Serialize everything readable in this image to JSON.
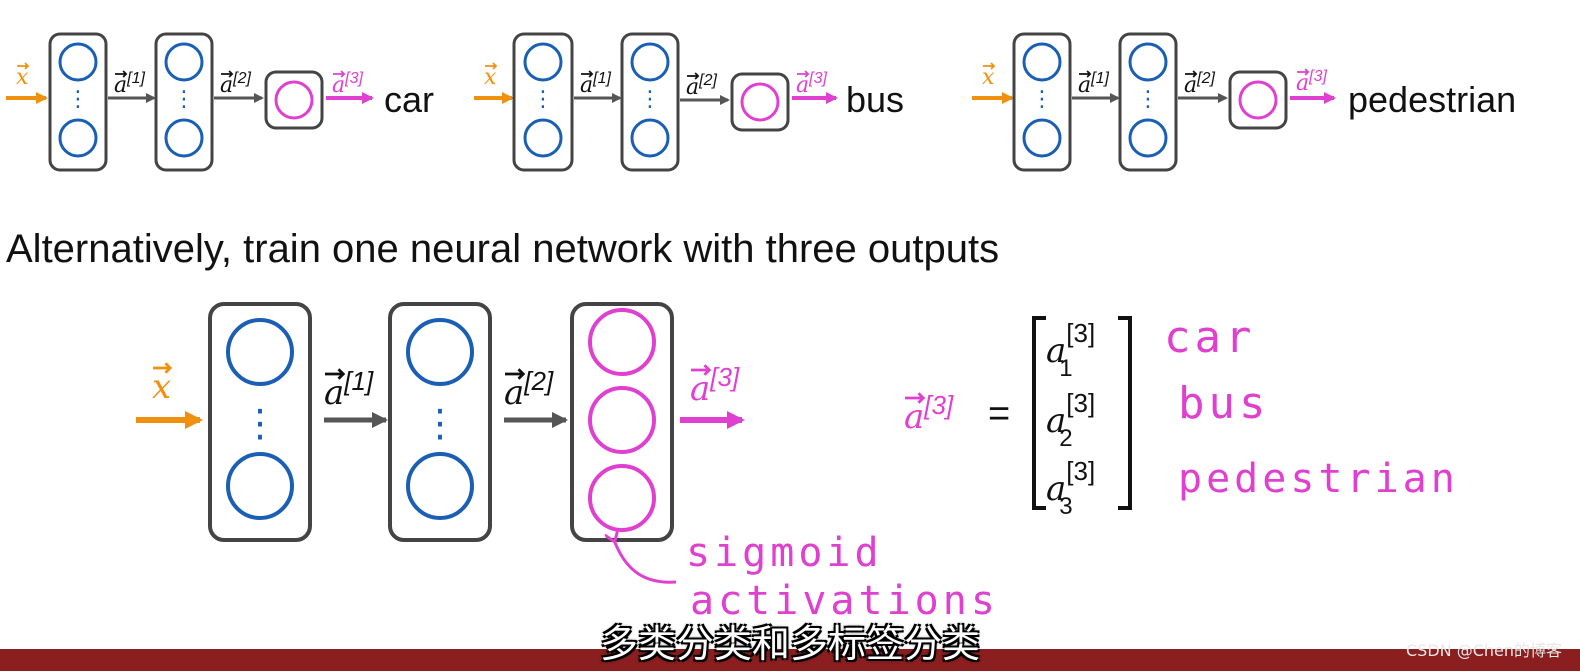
{
  "colors": {
    "input": "#f0900f",
    "hidden": "#1a5fb4",
    "output": "#e040d0",
    "box": "#444444",
    "arrow": "#555555",
    "footer": "#8b1e1e"
  },
  "top_networks": [
    {
      "input_label": "x",
      "a1_label": "a",
      "a1_sup": "[1]",
      "a2_label": "a",
      "a2_sup": "[2]",
      "out_label": "a",
      "out_sup": "[3]",
      "class_label": "car"
    },
    {
      "input_label": "x",
      "a1_label": "a",
      "a1_sup": "[1]",
      "a2_label": "a",
      "a2_sup": "[2]",
      "out_label": "a",
      "out_sup": "[3]",
      "class_label": "bus"
    },
    {
      "input_label": "x",
      "a1_label": "a",
      "a1_sup": "[1]",
      "a2_label": "a",
      "a2_sup": "[2]",
      "out_label": "a",
      "out_sup": "[3]",
      "class_label": "pedestrian"
    }
  ],
  "heading": "Alternatively, train one neural network with three outputs",
  "main_network": {
    "input_label": "x",
    "a1_label": "a",
    "a1_sup": "[1]",
    "a2_label": "a",
    "a2_sup": "[2]",
    "out_label": "a",
    "out_sup": "[3]",
    "note_line1": "sigmoid",
    "note_line2": "activations"
  },
  "vector_equation": {
    "lhs_label": "a",
    "lhs_sup": "[3]",
    "equals": "=",
    "entries": [
      {
        "base": "a",
        "sup": "[3]",
        "sub": "1",
        "annotation": "car"
      },
      {
        "base": "a",
        "sup": "[3]",
        "sub": "2",
        "annotation": "bus"
      },
      {
        "base": "a",
        "sup": "[3]",
        "sub": "3",
        "annotation": "pedestrian"
      }
    ]
  },
  "subtitle": "多类分类和多标签分类",
  "watermark": "CSDN @Chen的博客"
}
